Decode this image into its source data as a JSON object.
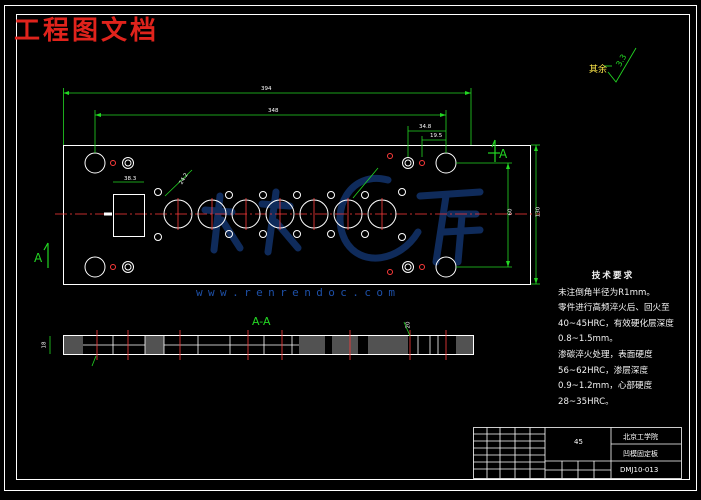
{
  "brand": {
    "title": "工程图文档"
  },
  "roughness": {
    "label": "其余",
    "value": "3.3"
  },
  "section": {
    "label": "A-A"
  },
  "markers": {
    "a_left": "A",
    "a_right": "A"
  },
  "dimensions": {
    "overall": "394",
    "inner": "348",
    "small_a": "34.8",
    "small_b": "19.5",
    "hole_spacing": "24.2",
    "slot": "38.3",
    "height_inner": "60",
    "height_overall": "130",
    "thickness": "18",
    "chamfer": "20"
  },
  "tech_notes": {
    "title": "技术要求",
    "lines": [
      "未注倒角半径为R1mm。",
      "零件进行高频淬火后、回火至",
      "40~45HRC，有效硬化层深度",
      "0.8~1.5mm。",
      "渗碳淬火处理，表面硬度",
      "56~62HRC，渗层深度",
      "0.9~1.2mm，心部硬度",
      "28~35HRC。"
    ]
  },
  "title_block": {
    "material": "45",
    "school": "北京工学院",
    "part_name": "凹模固定板",
    "drawing_no": "DMJ10-013"
  },
  "watermark": {
    "url": "www.renrendoc.com"
  }
}
